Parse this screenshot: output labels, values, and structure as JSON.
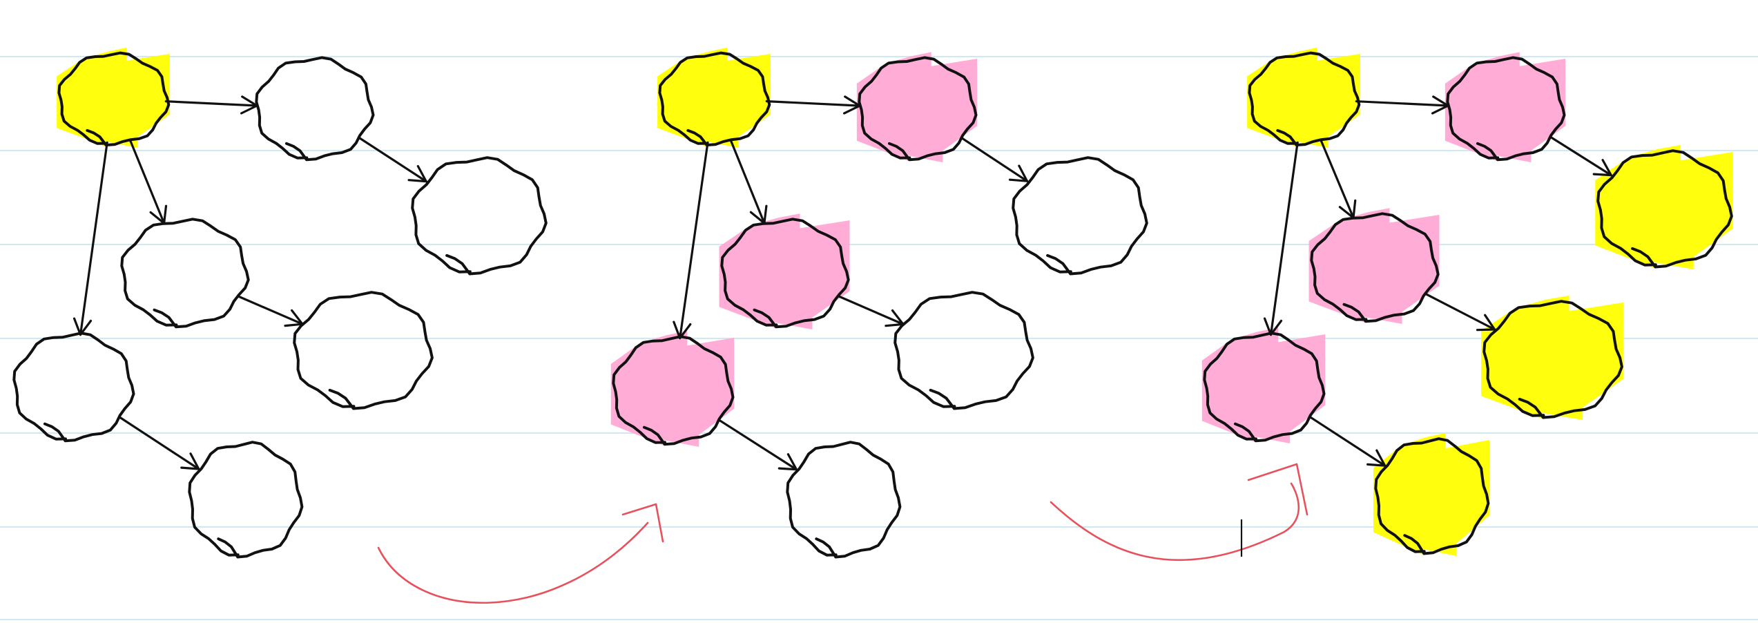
{
  "colors": {
    "paper": "#ffffff",
    "ruled_line": "#cfe8f3",
    "ink": "#111111",
    "start_highlight": "#ffff00",
    "visited_highlight": "#ffa9d4",
    "frontier_highlight": "#ffff00",
    "transition_arrow": "#e8505b"
  },
  "panels": [
    {
      "id": "panel-1",
      "nodes": [
        {
          "id": "A",
          "highlight": "start"
        },
        {
          "id": "B",
          "highlight": "none"
        },
        {
          "id": "C",
          "highlight": "none"
        },
        {
          "id": "D",
          "highlight": "none"
        },
        {
          "id": "E",
          "highlight": "none"
        },
        {
          "id": "F",
          "highlight": "none"
        },
        {
          "id": "G",
          "highlight": "none"
        }
      ]
    },
    {
      "id": "panel-2",
      "nodes": [
        {
          "id": "A",
          "highlight": "start"
        },
        {
          "id": "B",
          "highlight": "visited"
        },
        {
          "id": "C",
          "highlight": "none"
        },
        {
          "id": "D",
          "highlight": "visited"
        },
        {
          "id": "E",
          "highlight": "none"
        },
        {
          "id": "F",
          "highlight": "visited"
        },
        {
          "id": "G",
          "highlight": "none"
        }
      ]
    },
    {
      "id": "panel-3",
      "nodes": [
        {
          "id": "A",
          "highlight": "start"
        },
        {
          "id": "B",
          "highlight": "visited"
        },
        {
          "id": "C",
          "highlight": "frontier"
        },
        {
          "id": "D",
          "highlight": "visited"
        },
        {
          "id": "E",
          "highlight": "frontier"
        },
        {
          "id": "F",
          "highlight": "visited"
        },
        {
          "id": "G",
          "highlight": "frontier"
        }
      ]
    }
  ],
  "edges": [
    {
      "from": "A",
      "to": "B"
    },
    {
      "from": "A",
      "to": "D"
    },
    {
      "from": "A",
      "to": "F"
    },
    {
      "from": "B",
      "to": "C"
    },
    {
      "from": "D",
      "to": "E"
    },
    {
      "from": "F",
      "to": "G"
    }
  ],
  "transitions": [
    {
      "from": "panel-1",
      "to": "panel-2"
    },
    {
      "from": "panel-2",
      "to": "panel-3"
    }
  ]
}
